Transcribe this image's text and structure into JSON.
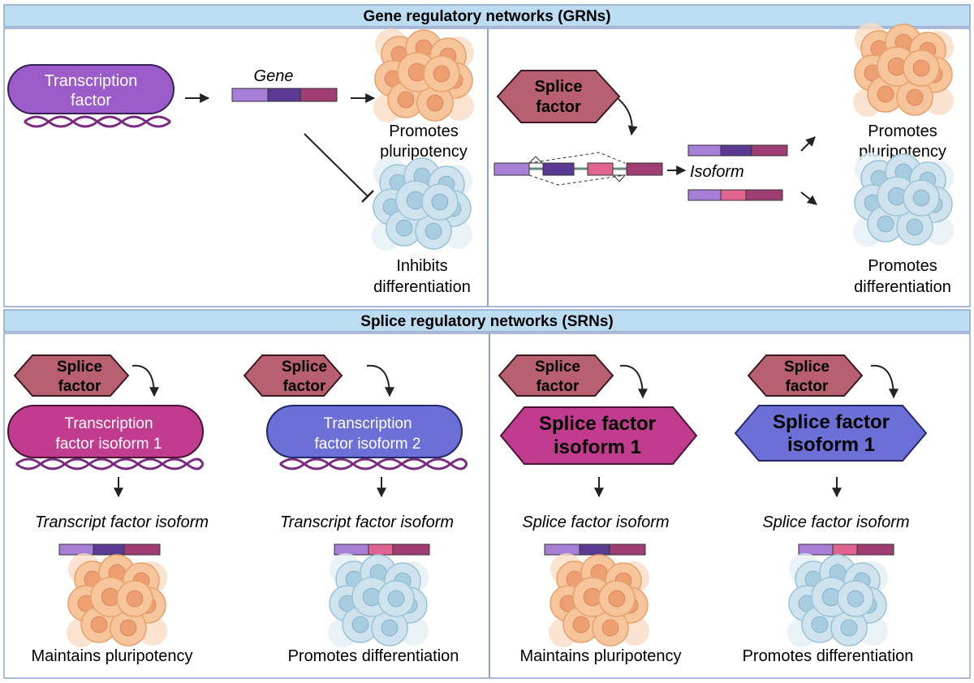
{
  "grn": {
    "title": "Gene regulatory networks (GRNs)",
    "left": {
      "tf_label": [
        "Transcription",
        "factor"
      ],
      "gene_label": "Gene",
      "promotes_label": [
        "Promotes",
        "pluripotency"
      ],
      "inhibits_label": [
        "Inhibits",
        "differentiation"
      ]
    },
    "right": {
      "splice_label": [
        "Splice",
        "factor"
      ],
      "isoform_label": "Isoform",
      "promotes_pluri_label": [
        "Promotes",
        "pluripotency"
      ],
      "promotes_diff_label": [
        "Promotes",
        "differentiation"
      ]
    }
  },
  "srn": {
    "title": "Splice regulatory networks (SRNs)",
    "columns": [
      {
        "splice_label": [
          "Splice",
          "factor"
        ],
        "product_label": [
          "Transcription",
          "factor isoform 1"
        ],
        "isoform_label": "Transcript factor isoform",
        "outcome_label": "Maintains pluripotency"
      },
      {
        "splice_label": [
          "Splice",
          "factor"
        ],
        "product_label": [
          "Transcription",
          "factor isoform 2"
        ],
        "isoform_label": "Transcript factor isoform",
        "outcome_label": "Promotes differentiation"
      },
      {
        "splice_label": [
          "Splice",
          "factor"
        ],
        "product_label": [
          "Splice factor",
          "isoform 1"
        ],
        "isoform_label": "Splice factor isoform",
        "outcome_label": "Maintains pluripotency"
      },
      {
        "splice_label": [
          "Splice",
          "factor"
        ],
        "product_label": [
          "Splice factor",
          "isoform 1"
        ],
        "isoform_label": "Splice factor isoform",
        "outcome_label": "Promotes differentiation"
      }
    ]
  },
  "colors": {
    "header_bg": "#bcdcf2",
    "panel_border": "#8fa3c8",
    "tf_purple": "#9b5cc9",
    "tf_magenta": "#c13b8e",
    "tf_blue": "#6b6fd6",
    "splice_red": "#b8606f",
    "exon_light": "#a77fd6",
    "exon_dark": "#5a3a93",
    "exon_magenta": "#a03d72",
    "exon_pink": "#e0648f",
    "cell_orange": "#f4b98c",
    "cell_blue": "#bcd8e6"
  },
  "icons": {
    "pluripotent": "pluripotent-cell-cluster-icon",
    "differentiated": "differentiated-cell-cluster-icon",
    "dna": "dna-helix-icon"
  }
}
